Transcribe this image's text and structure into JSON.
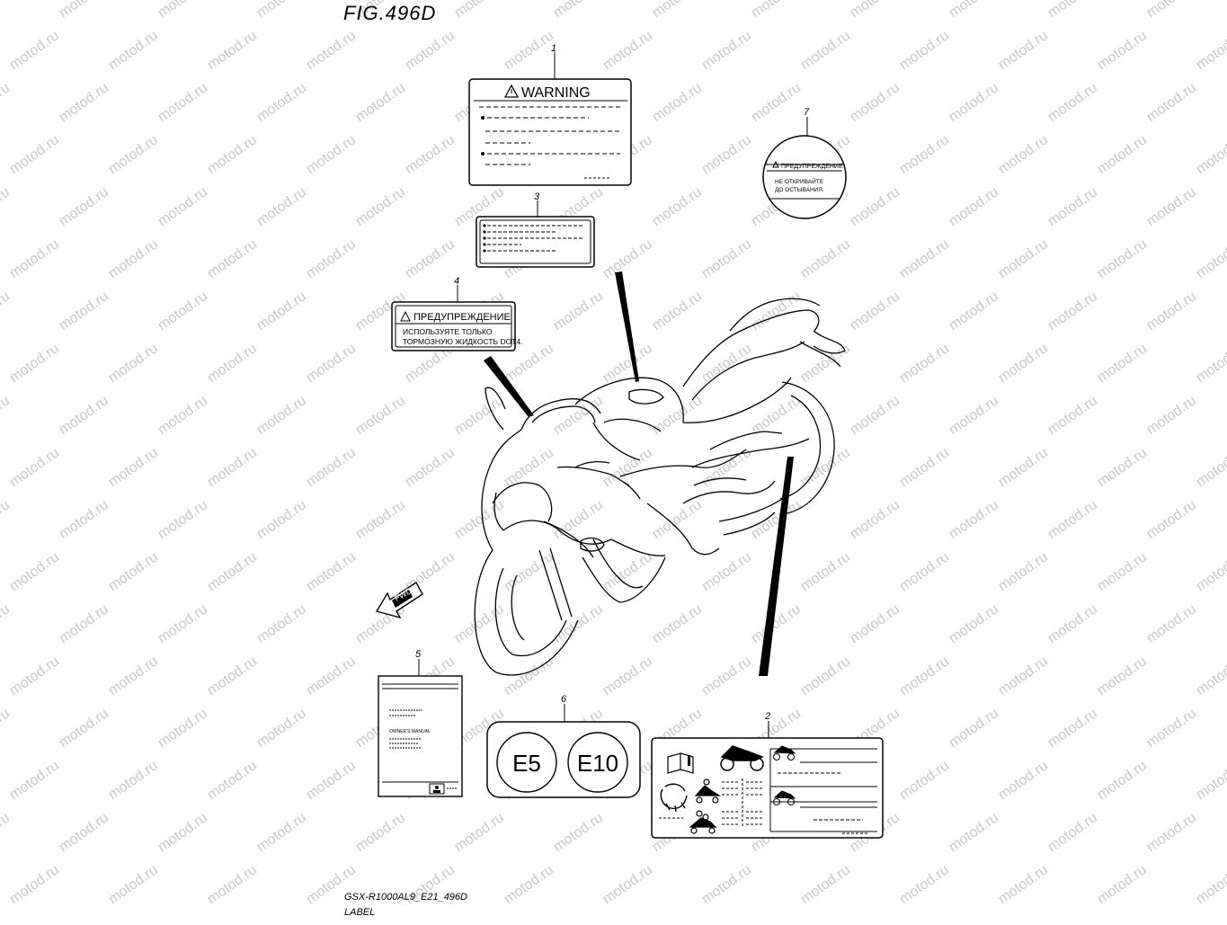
{
  "figure": {
    "title": "FIG.496D",
    "code": "GSX-R1000AL9_E21_496D",
    "label": "LABEL"
  },
  "watermark": "motod.ru",
  "callouts": [
    "1",
    "2",
    "3",
    "4",
    "5",
    "6",
    "7"
  ],
  "labels": {
    "warning": {
      "heading": "WARNING"
    },
    "rus_tag": {
      "heading": "ПРЕДУПРЕЖДЕНИЕ",
      "line1": "ИСПОЛЬЗУЯТЕ ТОЛЬКО",
      "line2": "ТОРМОЗНУЮ ЖИДКОСТЬ DOT4."
    },
    "rus_round": {
      "heading": "ПРЕДУПРЕЖДЕНИЕ",
      "line1": "НЕ ОТКРИВАЙТЕ",
      "line2": "ДО ОСТЫВАНИЯ."
    },
    "manual": {
      "title": "OWNER'S MANUAL"
    },
    "fuel": {
      "e5": "E5",
      "e10": "E10"
    }
  },
  "direction_arrow": "FWD",
  "colors": {
    "line": "#000000",
    "watermark": "#c9c9c9",
    "background": "#ffffff"
  }
}
